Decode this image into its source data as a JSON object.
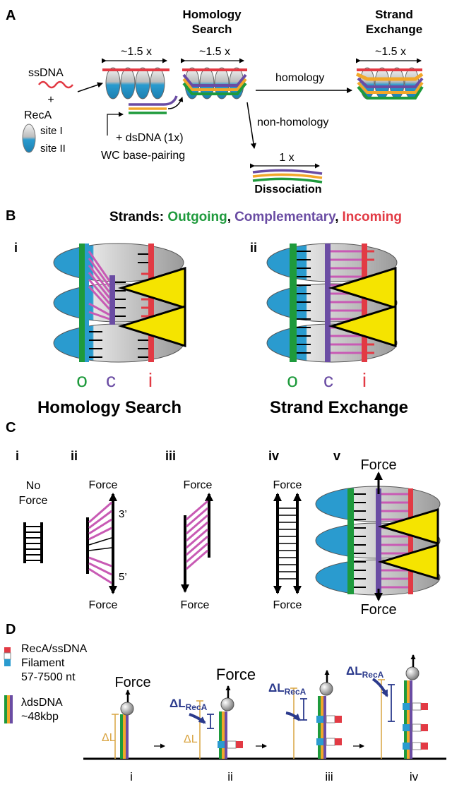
{
  "panelA": {
    "label": "A",
    "homology_search_line1": "Homology",
    "homology_search_line2": "Search",
    "strand_exchange_line1": "Strand",
    "strand_exchange_line2": "Exchange",
    "stretch1": "~1.5 x",
    "stretch2": "~1.5 x",
    "stretch3": "~1.5 x",
    "ssdna": "ssDNA",
    "plus": "+",
    "reca": "RecA",
    "site1": "site I",
    "site2": "site II",
    "dsdna": "+ dsDNA (1x)",
    "wc": "WC base-pairing",
    "homology": "homology",
    "nonhomology": "non-homology",
    "one_x": "1 x",
    "dissociation": "Dissociation"
  },
  "panelB": {
    "label": "B",
    "strands_prefix": "Strands: ",
    "outgoing": "Outgoing",
    "comma1": ",",
    "complementary": "Complementary",
    "comma2": ",",
    "incoming": "Incoming",
    "sub_i": "i",
    "sub_ii": "ii",
    "o1": "o",
    "c1": "c",
    "i1": "i",
    "o2": "o",
    "c2": "c",
    "i2": "i",
    "caption_i": "Homology Search",
    "caption_ii": "Strand Exchange"
  },
  "panelC": {
    "label": "C",
    "sub_i": "i",
    "sub_ii": "ii",
    "sub_iii": "iii",
    "sub_iv": "iv",
    "sub_v": "v",
    "no": "No",
    "force_i": "Force",
    "force_ii_top": "Force",
    "three_prime": "3’",
    "five_prime": "5’",
    "force_ii_bottom": "Force",
    "force_iii_top": "Force",
    "force_iii_bottom": "Force",
    "force_iv_top": "Force",
    "force_iv_bottom": "Force",
    "force_v_top": "Force",
    "force_v_bottom": "Force"
  },
  "panelD": {
    "label": "D",
    "filament_line1": "RecA/ssDNA",
    "filament_line2": "Filament",
    "filament_line3": "57-7500 nt",
    "ldna_line1": "λdsDNA",
    "ldna_line2": "~48kbp",
    "force1": "Force",
    "force2": "Force",
    "dl1": "ΔL",
    "dl2": "ΔL",
    "dlreca_base": "ΔL",
    "dlreca_sub": "RecA",
    "step_i": "i",
    "step_ii": "ii",
    "step_iii": "iii",
    "step_iv": "iv"
  },
  "colors": {
    "outgoing": "#1e9a3c",
    "complementary": "#6a4ca3",
    "incoming": "#e23a44",
    "reca_blue": "#2a9bcf",
    "orange": "#f2a72a",
    "magenta": "#c85ab4",
    "yellow": "#f5e400",
    "navy": "#2b3a8c",
    "tan": "#d9a441"
  }
}
